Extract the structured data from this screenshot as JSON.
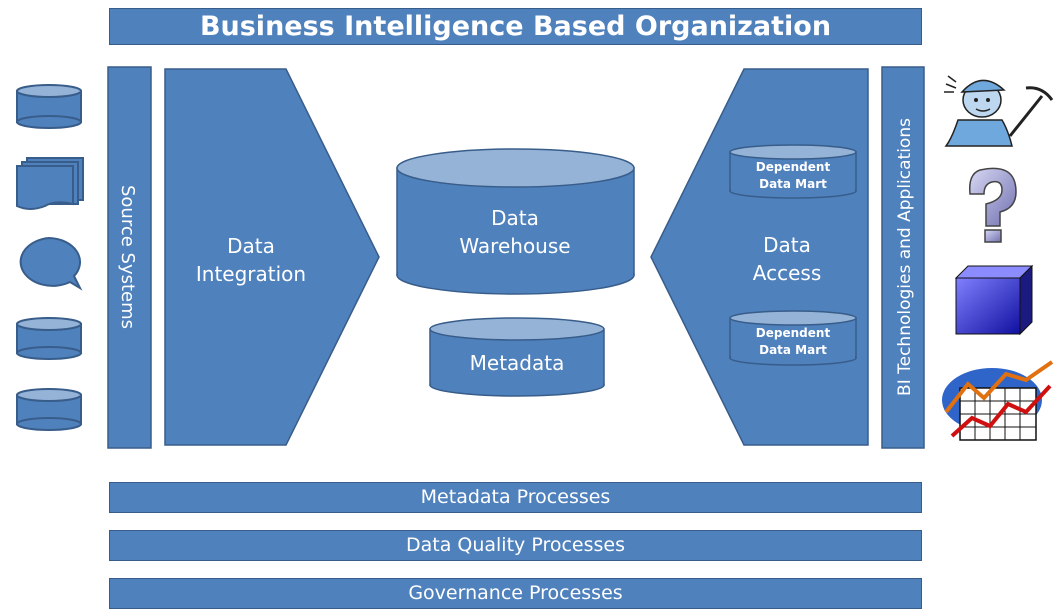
{
  "title": "Business Intelligence Based Organization",
  "source_systems_label": "Source Systems",
  "data_integration_label": [
    "Data",
    "Integration"
  ],
  "data_warehouse_label": [
    "Data",
    "Warehouse"
  ],
  "metadata_label": "Metadata",
  "data_access_label": [
    "Data",
    "Access"
  ],
  "dependent_data_mart_1": [
    "Dependent",
    "Data Mart"
  ],
  "dependent_data_mart_2": [
    "Dependent",
    "Data Mart"
  ],
  "bi_apps_label": "BI Technologies and Applications",
  "processes": [
    "Metadata Processes",
    "Data Quality Processes",
    "Governance Processes"
  ],
  "right_icons": [
    "miner-clipart-icon",
    "question-mark-icon",
    "cube-icon",
    "trend-chart-icon"
  ],
  "left_icons": [
    "database-icon",
    "stacked-documents-icon",
    "speech-bubble-icon",
    "database-icon",
    "database-icon"
  ],
  "colors": {
    "box": "#4f81bd",
    "border": "#385d8a",
    "cylinder_top": "#95b3d7"
  }
}
